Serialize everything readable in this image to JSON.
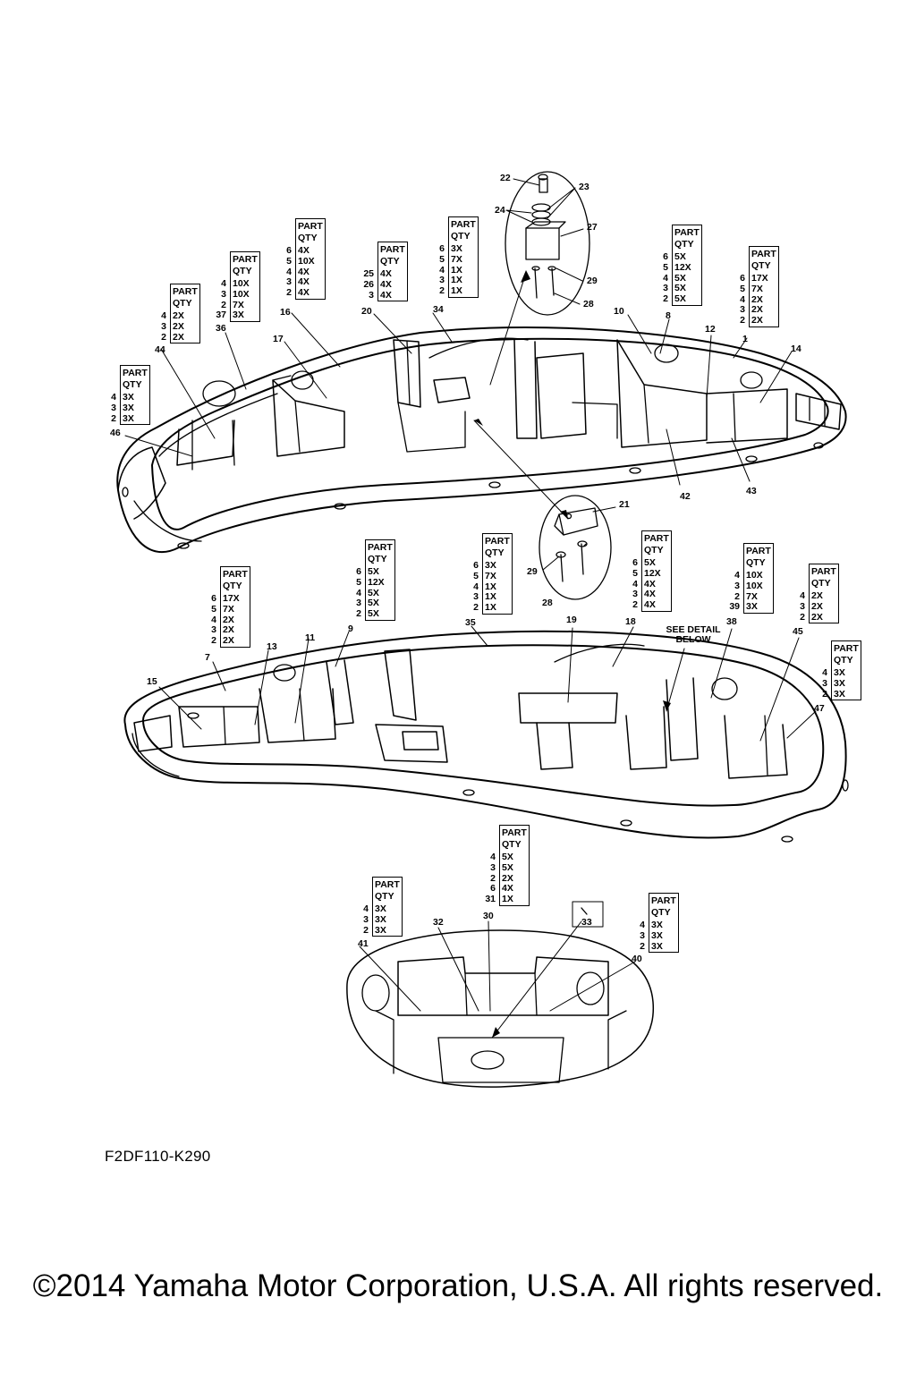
{
  "figure_code": "F2DF110-K290",
  "copyright": "©2014 Yamaha Motor Corporation, U.S.A. All rights reserved.",
  "table_header": [
    "PART",
    "QTY"
  ],
  "see_detail": [
    "SEE DETAIL",
    "BELOW"
  ],
  "callouts": [
    "1",
    "7",
    "8",
    "9",
    "10",
    "11",
    "12",
    "13",
    "14",
    "15",
    "16",
    "17",
    "18",
    "19",
    "20",
    "21",
    "22",
    "23",
    "24",
    "27",
    "28",
    "28",
    "29",
    "29",
    "30",
    "32",
    "33",
    "34",
    "35",
    "36",
    "38",
    "40",
    "41",
    "42",
    "43",
    "44",
    "45",
    "46",
    "47"
  ],
  "qty_tables": [
    {
      "id": "t44",
      "rows": [
        [
          "4",
          "2X"
        ],
        [
          "3",
          "2X"
        ],
        [
          "2",
          "2X"
        ]
      ]
    },
    {
      "id": "t36",
      "rows": [
        [
          "4",
          "10X"
        ],
        [
          "3",
          "10X"
        ],
        [
          "2",
          "7X"
        ],
        [
          "37",
          "3X"
        ]
      ]
    },
    {
      "id": "t16",
      "rows": [
        [
          "6",
          "4X"
        ],
        [
          "5",
          "10X"
        ],
        [
          "4",
          "4X"
        ],
        [
          "3",
          "4X"
        ],
        [
          "2",
          "4X"
        ]
      ]
    },
    {
      "id": "t20",
      "rows": [
        [
          "25",
          "4X"
        ],
        [
          "26",
          "4X"
        ],
        [
          "3",
          "4X"
        ]
      ]
    },
    {
      "id": "t34",
      "rows": [
        [
          "6",
          "3X"
        ],
        [
          "5",
          "7X"
        ],
        [
          "4",
          "1X"
        ],
        [
          "3",
          "1X"
        ],
        [
          "2",
          "1X"
        ]
      ]
    },
    {
      "id": "t8",
      "rows": [
        [
          "6",
          "5X"
        ],
        [
          "5",
          "12X"
        ],
        [
          "4",
          "5X"
        ],
        [
          "3",
          "5X"
        ],
        [
          "2",
          "5X"
        ]
      ]
    },
    {
      "id": "t1",
      "rows": [
        [
          "6",
          "17X"
        ],
        [
          "5",
          "7X"
        ],
        [
          "4",
          "2X"
        ],
        [
          "3",
          "2X"
        ],
        [
          "2",
          "2X"
        ]
      ]
    },
    {
      "id": "t46",
      "rows": [
        [
          "4",
          "3X"
        ],
        [
          "3",
          "3X"
        ],
        [
          "2",
          "3X"
        ]
      ]
    },
    {
      "id": "t7",
      "rows": [
        [
          "6",
          "17X"
        ],
        [
          "5",
          "7X"
        ],
        [
          "4",
          "2X"
        ],
        [
          "3",
          "2X"
        ],
        [
          "2",
          "2X"
        ]
      ]
    },
    {
      "id": "t9",
      "rows": [
        [
          "6",
          "5X"
        ],
        [
          "5",
          "12X"
        ],
        [
          "4",
          "5X"
        ],
        [
          "3",
          "5X"
        ],
        [
          "2",
          "5X"
        ]
      ]
    },
    {
      "id": "t35",
      "rows": [
        [
          "6",
          "3X"
        ],
        [
          "5",
          "7X"
        ],
        [
          "4",
          "1X"
        ],
        [
          "3",
          "1X"
        ],
        [
          "2",
          "1X"
        ]
      ]
    },
    {
      "id": "t18",
      "rows": [
        [
          "6",
          "5X"
        ],
        [
          "5",
          "12X"
        ],
        [
          "4",
          "4X"
        ],
        [
          "3",
          "4X"
        ],
        [
          "2",
          "4X"
        ]
      ]
    },
    {
      "id": "t38",
      "rows": [
        [
          "4",
          "10X"
        ],
        [
          "3",
          "10X"
        ],
        [
          "2",
          "7X"
        ],
        [
          "39",
          "3X"
        ]
      ]
    },
    {
      "id": "t45",
      "rows": [
        [
          "4",
          "2X"
        ],
        [
          "3",
          "2X"
        ],
        [
          "2",
          "2X"
        ]
      ]
    },
    {
      "id": "t47",
      "rows": [
        [
          "4",
          "3X"
        ],
        [
          "3",
          "3X"
        ],
        [
          "2",
          "3X"
        ]
      ]
    },
    {
      "id": "t30",
      "rows": [
        [
          "4",
          "5X"
        ],
        [
          "3",
          "5X"
        ],
        [
          "2",
          "2X"
        ],
        [
          "6",
          "4X"
        ],
        [
          "31",
          "1X"
        ]
      ]
    },
    {
      "id": "t41",
      "rows": [
        [
          "4",
          "3X"
        ],
        [
          "3",
          "3X"
        ],
        [
          "2",
          "3X"
        ]
      ]
    },
    {
      "id": "t40",
      "rows": [
        [
          "4",
          "3X"
        ],
        [
          "3",
          "3X"
        ],
        [
          "2",
          "3X"
        ]
      ]
    }
  ]
}
